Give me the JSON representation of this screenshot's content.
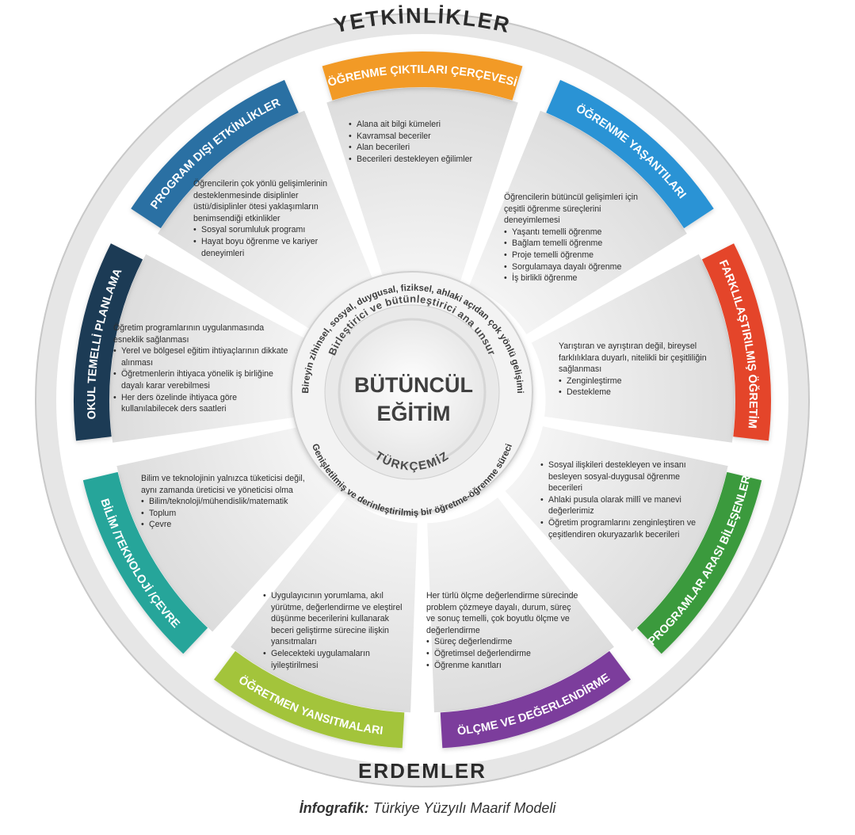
{
  "title_top": "YETKİNLİKLER",
  "title_bottom": "ERDEMLER",
  "center": {
    "line1": "BÜTÜNCÜL",
    "line2": "EĞİTİM",
    "bottom_label": "TÜRKÇEMİZ",
    "ring_outer_top": "Bireyin zihinsel, sosyal, duygusal, fiziksel, ahlaki açıdan çok yönlü gelişimi",
    "ring_inner_top": "Birleştirici ve bütünleştirici ana unsur",
    "ring_bottom": "Genişletilmiş ve derinleştirilmiş bir öğretme-öğrenme süreci"
  },
  "segments": [
    {
      "label": "ÖĞRENME ÇIKTILARI ÇERÇEVESİ",
      "color": "#f29a26",
      "intro": "",
      "items": [
        "Alana ait bilgi kümeleri",
        "Kavramsal beceriler",
        "Alan becerileri",
        "Becerileri destekleyen eğilimler"
      ]
    },
    {
      "label": "ÖĞRENME YAŞANTILARI",
      "color": "#2a93d5",
      "intro": "Öğrencilerin bütüncül gelişimleri için çeşitli öğrenme süreçlerini deneyimlemesi",
      "items": [
        "Yaşantı temelli öğrenme",
        "Bağlam temelli öğrenme",
        "Proje temelli öğrenme",
        "Sorgulamaya dayalı öğrenme",
        "İş birlikli öğrenme"
      ]
    },
    {
      "label": "FARKLILAŞTIRILMIŞ ÖĞRETİM",
      "color": "#e4452a",
      "intro": "Yarıştıran ve ayrıştıran değil, bireysel farklılıklara duyarlı, nitelikli bir çeşitliliğin sağlanması",
      "items": [
        "Zenginleştirme",
        "Destekleme"
      ]
    },
    {
      "label": "PROGRAMLAR ARASI BİLEŞENLER",
      "color": "#3b9a3c",
      "intro": "",
      "items": [
        "Sosyal ilişkileri destekleyen ve insanı besleyen sosyal-duygusal öğrenme becerileri",
        "Ahlaki pusula olarak millî ve manevi değerlerimiz",
        "Öğretim programlarını zenginleştiren ve çeşitlendiren okuryazarlık becerileri"
      ]
    },
    {
      "label": "ÖLÇME VE DEĞERLENDİRME",
      "color": "#7b3e9c",
      "intro": "Her türlü ölçme değerlendirme sürecinde problem çözmeye dayalı, durum, süreç ve sonuç temelli, çok boyutlu ölçme ve değerlendirme",
      "items": [
        "Süreç değerlendirme",
        "Öğretimsel değerlendirme",
        "Öğrenme kanıtları"
      ]
    },
    {
      "label": "ÖĞRETMEN YANSITMALARI",
      "color": "#a3c43a",
      "intro": "",
      "items": [
        "Uygulayıcının yorumlama, akıl yürütme, değerlendirme ve eleştirel düşünme becerilerini kullanarak beceri geliştirme sürecine ilişkin yansıtmaları",
        "Gelecekteki uygulamaların iyileştirilmesi"
      ]
    },
    {
      "label": "BİLİM /TEKNOLOJİ /ÇEVRE",
      "color": "#25a59a",
      "intro": "Bilim ve teknolojinin yalnızca tüketicisi değil, aynı zamanda üreticisi ve yöneticisi olma",
      "items": [
        "Bilim/teknoloji/mühendislik/matematik",
        "Toplum",
        "Çevre"
      ]
    },
    {
      "label": "OKUL TEMELLİ PLANLAMA",
      "color": "#1f3a54",
      "intro": "Öğretim programlarının uygulanmasında esneklik sağlanması",
      "items": [
        "Yerel ve bölgesel eğitim ihtiyaçlarının dikkate alınması",
        "Öğretmenlerin ihtiyaca yönelik iş birliğine dayalı karar verebilmesi",
        "Her ders özelinde ihtiyaca göre kullanılabilecek ders saatleri"
      ]
    },
    {
      "label": "PROGRAM DIŞI ETKİNLİKLER",
      "color": "#2c6fa3",
      "intro": "Öğrencilerin çok yönlü gelişimlerinin desteklenmesinde disiplinler üstü/disiplinler ötesi yaklaşımların benimsendiği etkinlikler",
      "items": [
        "Sosyal sorumluluk programı",
        "Hayat boyu öğrenme ve kariyer deneyimleri"
      ]
    }
  ],
  "caption": {
    "bold": "İnfografik:",
    "text": " Türkiye Yüzyılı Maarif Modeli"
  }
}
